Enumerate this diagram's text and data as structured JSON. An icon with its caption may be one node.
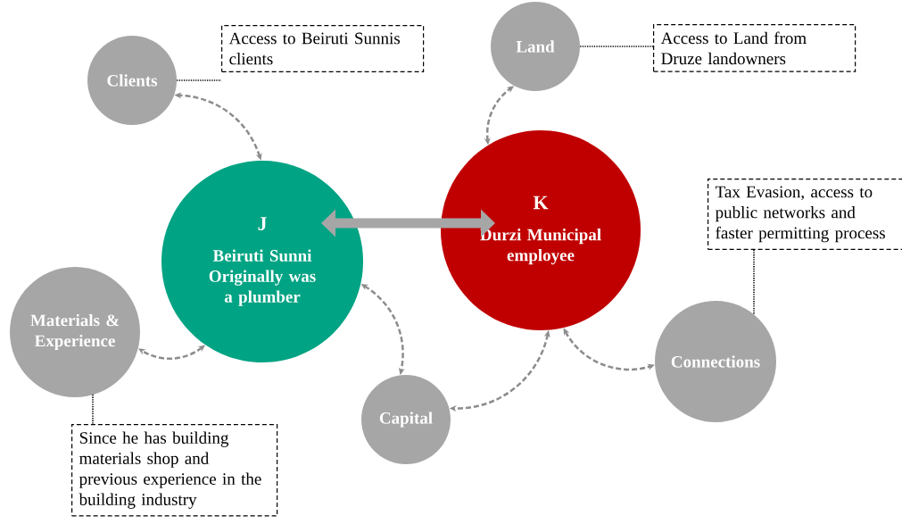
{
  "diagram": {
    "nodes": [
      {
        "text": [
          "Clients"
        ]
      },
      {
        "text": [
          "Access to Beiruti Sunnis clients"
        ]
      },
      {
        "text": [
          "Land"
        ]
      },
      {
        "text": [
          "Access to Land from Druze landowners"
        ]
      },
      {
        "text": [
          "J",
          "Beiruti Sunni Originally was a plumber"
        ]
      },
      {
        "text": [
          "K",
          "Durzi Municipal employee"
        ]
      },
      {
        "text": [
          "Tax Evasion, access to public networks and faster permitting process"
        ]
      },
      {
        "text": [
          "Materials & Experience"
        ]
      },
      {
        "text": [
          "Capital"
        ]
      },
      {
        "text": [
          "Connections"
        ]
      },
      {
        "text": [
          "Since he has building materials shop and previous experience in the building industry"
        ]
      }
    ],
    "edges": [
      {
        "from": 0,
        "to": 1,
        "arrow": "none",
        "style": "dashed",
        "color": "#000000"
      },
      {
        "from": 2,
        "to": 3,
        "arrow": "none",
        "style": "dashed",
        "color": "#000000"
      },
      {
        "from": 4,
        "to": 0,
        "arrow": "both",
        "style": "dashed",
        "color": "#8c8c8c"
      },
      {
        "from": 5,
        "to": 2,
        "arrow": "both",
        "style": "dashed",
        "color": "#8c8c8c"
      },
      {
        "from": 4,
        "to": 5,
        "arrow": "both",
        "style": "thick",
        "color": "#a6a6a6"
      },
      {
        "from": 6,
        "to": 9,
        "arrow": "none",
        "style": "dashed",
        "color": "#000000"
      },
      {
        "from": 4,
        "to": 7,
        "arrow": "both",
        "style": "dashed",
        "color": "#8c8c8c"
      },
      {
        "from": 5,
        "to": 9,
        "arrow": "both",
        "style": "dashed",
        "color": "#8c8c8c"
      },
      {
        "from": 7,
        "to": 10,
        "arrow": "none",
        "style": "dashed",
        "color": "#000000"
      },
      {
        "from": 4,
        "to": 8,
        "arrow": "both",
        "style": "dashed",
        "color": "#8c8c8c"
      },
      {
        "from": 5,
        "to": 8,
        "arrow": "both",
        "style": "dashed",
        "color": "#8c8c8c"
      }
    ]
  }
}
